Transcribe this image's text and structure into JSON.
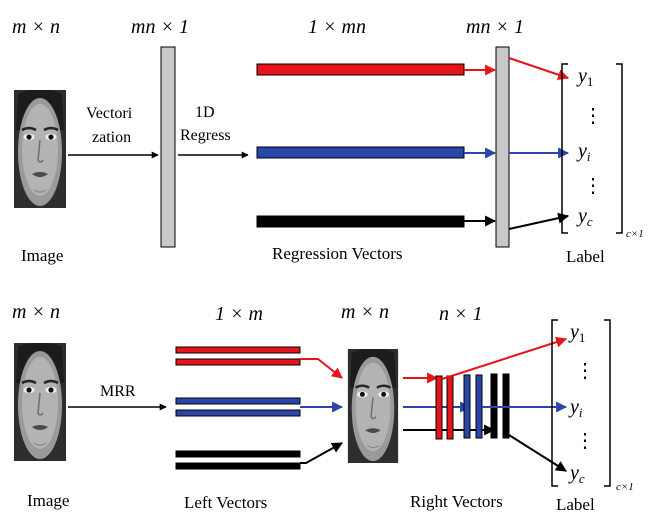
{
  "top_panel": {
    "dim_image": "m × n",
    "dim_vector": "mn × 1",
    "dim_regression": "1 × mn",
    "dim_output": "mn × 1",
    "step_vectorization_line1": "Vectori",
    "step_vectorization_line2": "zation",
    "step_regress_line1": "1D",
    "step_regress_line2": "Regress",
    "caption_image": "Image",
    "caption_regression": "Regression Vectors",
    "caption_label": "Label",
    "label_y1": "y",
    "label_y1_sub": "1",
    "label_yi": "y",
    "label_yi_sub": "i",
    "label_yc": "y",
    "label_yc_sub": "c",
    "label_dots": "⋮",
    "label_dim": "c×1"
  },
  "bottom_panel": {
    "dim_image": "m × n",
    "dim_left": "1 × m",
    "dim_center": "m × n",
    "dim_right": "n × 1",
    "step_mrr": "MRR",
    "caption_image": "Image",
    "caption_left": "Left Vectors",
    "caption_right": "Right Vectors",
    "caption_label": "Label",
    "label_y1": "y",
    "label_y1_sub": "1",
    "label_yi": "y",
    "label_yi_sub": "i",
    "label_yc": "y",
    "label_yc_sub": "c",
    "label_dots": "⋮",
    "label_dim": "c×1"
  },
  "colors": {
    "red": "#e8141c",
    "blue": "#2a46a8",
    "black": "#000000",
    "gray": "#c8c8c8"
  }
}
